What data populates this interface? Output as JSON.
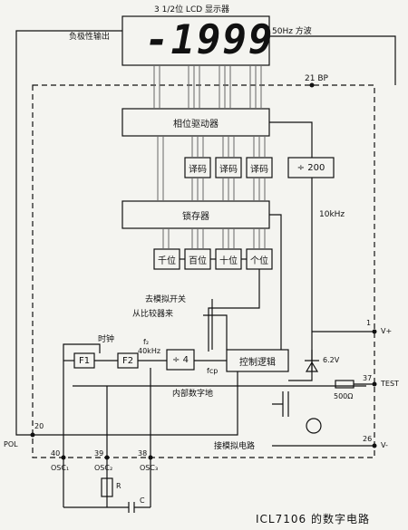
{
  "title": "3 1/2位 LCD 显示器",
  "display": {
    "digits": "-1999"
  },
  "labels": {
    "neg_polarity": "负极性输出",
    "square_wave": "50Hz 方波",
    "bp_pin": "21 BP",
    "phase_driver": "相位驱动器",
    "decoder": "译码",
    "divider_200": "÷ 200",
    "freq_10k": "10kHz",
    "latch": "锁存器",
    "thousands": "千位",
    "hundreds": "百位",
    "tens": "十位",
    "units": "个位",
    "to_analog_switch": "去模拟开关",
    "from_comparator": "从比较器来",
    "clock": "时钟",
    "f1": "F1",
    "f2": "F2",
    "f2_freq": "f₂",
    "f2_value": "40kHz",
    "divider_4": "÷ 4",
    "fcp": "fcp",
    "control_logic": "控制逻辑",
    "internal_digital_ground": "内部数字地",
    "zener_voltage": "6.2V",
    "resistor_value": "500Ω",
    "to_analog_circuit": "接模拟电路",
    "pin_1": "1",
    "v_plus": "V+",
    "pin_37": "37",
    "test": "TEST",
    "pin_20": "20",
    "pol": "POL",
    "pin_26": "26",
    "v_minus": "V-",
    "pin_40": "40",
    "pin_39": "39",
    "pin_38": "38",
    "osc1": "OSC₁",
    "osc2": "OSC₂",
    "osc3": "OSC₃",
    "r": "R",
    "c": "C"
  },
  "caption": "ICL7106 的数字电路"
}
